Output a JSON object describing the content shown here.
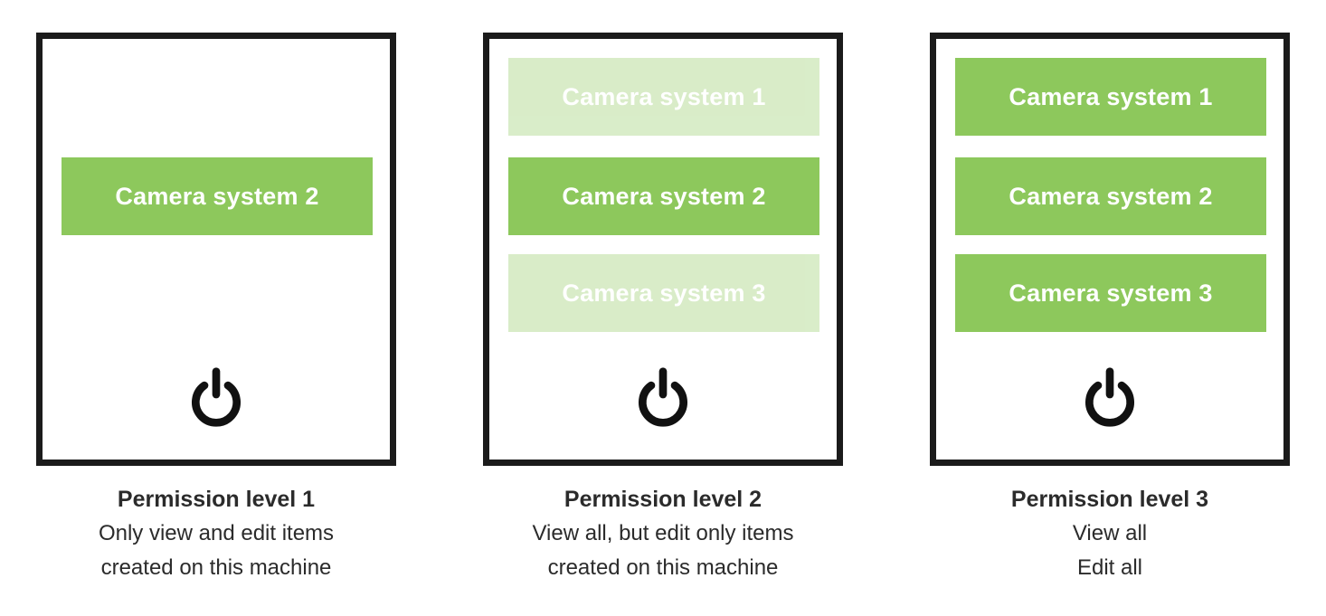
{
  "colors": {
    "accent": "#8dc85c",
    "accent-faded-rendered": "#d9edc8",
    "outline": "#1b1b1b",
    "text": "#2b2b2b",
    "button-text": "#ffffff",
    "bg": "#ffffff"
  },
  "icons": {
    "power": {
      "name": "power-icon",
      "glyph": "⏻"
    }
  },
  "panels": [
    {
      "title": "Permission level 1",
      "description": [
        "Only view and edit items",
        "created on this machine"
      ],
      "buttons": [
        {
          "label": "Camera system 2",
          "state": "solid",
          "slot": 2
        }
      ]
    },
    {
      "title": "Permission level 2",
      "description": [
        "View all, but edit only items",
        "created on this machine"
      ],
      "buttons": [
        {
          "label": "Camera system 1",
          "state": "faded",
          "slot": 1
        },
        {
          "label": "Camera system 2",
          "state": "solid",
          "slot": 2
        },
        {
          "label": "Camera system 3",
          "state": "faded",
          "slot": 3
        }
      ]
    },
    {
      "title": "Permission level 3",
      "description": [
        "View all",
        "Edit all"
      ],
      "buttons": [
        {
          "label": "Camera system 1",
          "state": "solid",
          "slot": 1
        },
        {
          "label": "Camera system 2",
          "state": "solid",
          "slot": 2
        },
        {
          "label": "Camera system 3",
          "state": "solid",
          "slot": 3
        }
      ]
    }
  ]
}
